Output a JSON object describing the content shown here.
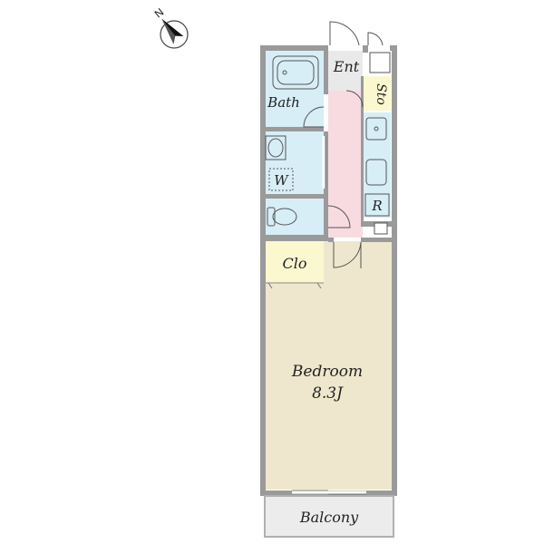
{
  "compass": {
    "north_label": "N",
    "arrow_icon": "north-arrow-icon"
  },
  "rooms": {
    "entrance": {
      "label": "Ent"
    },
    "storage": {
      "label": "Sto"
    },
    "bath": {
      "label": "Bath"
    },
    "washroom": {
      "label": "W"
    },
    "refrigerator": {
      "label": "R"
    },
    "closet": {
      "label": "Clo"
    },
    "bedroom": {
      "label": "Bedroom",
      "area": "8.3J"
    },
    "balcony": {
      "label": "Balcony"
    }
  },
  "colors": {
    "wall": "#9a9a9a",
    "wet_area": "#d7eef7",
    "corridor": "#f8dbe0",
    "closet": "#fbf8cf",
    "storage": "#fbf8cf",
    "bedroom": "#efe7cd",
    "balcony": "#ececec",
    "entrance": "#e9e9e9"
  }
}
